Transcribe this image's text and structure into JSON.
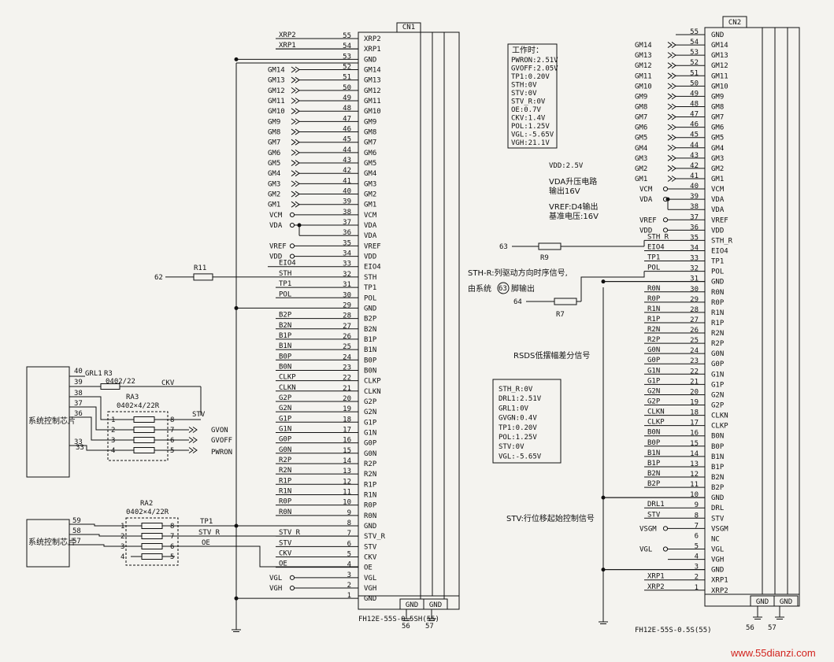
{
  "cn1": {
    "title": "CN1",
    "part": "FH12E-55S-0.5SH(55)",
    "gnd_tabs": [
      "GND",
      "GND"
    ],
    "tab_pins": [
      "56",
      "57"
    ],
    "pins": [
      {
        "n": "55",
        "sig": "XRP2",
        "net": "XRP2",
        "k": "line"
      },
      {
        "n": "54",
        "sig": "XRP1",
        "net": "XRP1",
        "k": "line"
      },
      {
        "n": "53",
        "sig": "GND",
        "net": "",
        "k": "gnd"
      },
      {
        "n": "52",
        "sig": "GM14",
        "net": "GM14",
        "k": "arrow"
      },
      {
        "n": "51",
        "sig": "GM13",
        "net": "GM13",
        "k": "arrow"
      },
      {
        "n": "50",
        "sig": "GM12",
        "net": "GM12",
        "k": "arrow"
      },
      {
        "n": "49",
        "sig": "GM11",
        "net": "GM11",
        "k": "arrow"
      },
      {
        "n": "48",
        "sig": "GM10",
        "net": "GM10",
        "k": "arrow"
      },
      {
        "n": "47",
        "sig": "GM9",
        "net": "GM9",
        "k": "arrow"
      },
      {
        "n": "46",
        "sig": "GM8",
        "net": "GM8",
        "k": "arrow"
      },
      {
        "n": "45",
        "sig": "GM7",
        "net": "GM7",
        "k": "arrow"
      },
      {
        "n": "44",
        "sig": "GM6",
        "net": "GM6",
        "k": "arrow"
      },
      {
        "n": "43",
        "sig": "GM5",
        "net": "GM5",
        "k": "arrow"
      },
      {
        "n": "42",
        "sig": "GM4",
        "net": "GM4",
        "k": "arrow"
      },
      {
        "n": "41",
        "sig": "GM3",
        "net": "GM3",
        "k": "arrow"
      },
      {
        "n": "40",
        "sig": "GM2",
        "net": "GM2",
        "k": "arrow"
      },
      {
        "n": "39",
        "sig": "GM1",
        "net": "GM1",
        "k": "arrow"
      },
      {
        "n": "38",
        "sig": "VCM",
        "net": "VCM",
        "k": "circle"
      },
      {
        "n": "37",
        "sig": "VDA",
        "net": "VDA",
        "k": "circle"
      },
      {
        "n": "36",
        "sig": "VDA",
        "net": "",
        "k": "none"
      },
      {
        "n": "35",
        "sig": "VREF",
        "net": "VREF",
        "k": "circle"
      },
      {
        "n": "34",
        "sig": "VDD",
        "net": "VDD",
        "k": "circle"
      },
      {
        "n": "33",
        "sig": "EIO4",
        "net": "EIO4",
        "k": "line"
      },
      {
        "n": "32",
        "sig": "STH",
        "net": "STH",
        "k": "line"
      },
      {
        "n": "31",
        "sig": "TP1",
        "net": "TP1",
        "k": "line"
      },
      {
        "n": "30",
        "sig": "POL",
        "net": "POL",
        "k": "line"
      },
      {
        "n": "29",
        "sig": "GND",
        "net": "",
        "k": "gnd"
      },
      {
        "n": "28",
        "sig": "B2P",
        "net": "B2P",
        "k": "line"
      },
      {
        "n": "27",
        "sig": "B2N",
        "net": "B2N",
        "k": "line"
      },
      {
        "n": "26",
        "sig": "B1P",
        "net": "B1P",
        "k": "line"
      },
      {
        "n": "25",
        "sig": "B1N",
        "net": "B1N",
        "k": "line"
      },
      {
        "n": "24",
        "sig": "B0P",
        "net": "B0P",
        "k": "line"
      },
      {
        "n": "23",
        "sig": "B0N",
        "net": "B0N",
        "k": "line"
      },
      {
        "n": "22",
        "sig": "CLKP",
        "net": "CLKP",
        "k": "line"
      },
      {
        "n": "21",
        "sig": "CLKN",
        "net": "CLKN",
        "k": "line"
      },
      {
        "n": "20",
        "sig": "G2P",
        "net": "G2P",
        "k": "line"
      },
      {
        "n": "19",
        "sig": "G2N",
        "net": "G2N",
        "k": "line"
      },
      {
        "n": "18",
        "sig": "G1P",
        "net": "G1P",
        "k": "line"
      },
      {
        "n": "17",
        "sig": "G1N",
        "net": "G1N",
        "k": "line"
      },
      {
        "n": "16",
        "sig": "G0P",
        "net": "G0P",
        "k": "line"
      },
      {
        "n": "15",
        "sig": "G0N",
        "net": "G0N",
        "k": "line"
      },
      {
        "n": "14",
        "sig": "R2P",
        "net": "R2P",
        "k": "line"
      },
      {
        "n": "13",
        "sig": "R2N",
        "net": "R2N",
        "k": "line"
      },
      {
        "n": "12",
        "sig": "R1P",
        "net": "R1P",
        "k": "line"
      },
      {
        "n": "11",
        "sig": "R1N",
        "net": "R1N",
        "k": "line"
      },
      {
        "n": "10",
        "sig": "R0P",
        "net": "R0P",
        "k": "line"
      },
      {
        "n": "9",
        "sig": "R0N",
        "net": "R0N",
        "k": "line"
      },
      {
        "n": "8",
        "sig": "GND",
        "net": "",
        "k": "gnd"
      },
      {
        "n": "7",
        "sig": "STV_R",
        "net": "STV_R",
        "k": "line"
      },
      {
        "n": "6",
        "sig": "STV",
        "net": "STV",
        "k": "line"
      },
      {
        "n": "5",
        "sig": "CKV",
        "net": "CKV",
        "k": "line"
      },
      {
        "n": "4",
        "sig": "OE",
        "net": "OE",
        "k": "line"
      },
      {
        "n": "3",
        "sig": "VGL",
        "net": "VGL",
        "k": "circle"
      },
      {
        "n": "2",
        "sig": "VGH",
        "net": "VGH",
        "k": "circle"
      },
      {
        "n": "1",
        "sig": "GND",
        "net": "",
        "k": "gnd"
      }
    ]
  },
  "cn2": {
    "title": "CN2",
    "part": "FH12E-55S-0.5S(55)",
    "gnd_tabs": [
      "GND",
      "GND"
    ],
    "tab_pins": [
      "56",
      "57"
    ],
    "pins": [
      {
        "n": "55",
        "sig": "GND",
        "net": "",
        "k": "gnd"
      },
      {
        "n": "54",
        "sig": "GM14",
        "net": "GM14",
        "k": "arrow"
      },
      {
        "n": "53",
        "sig": "GM13",
        "net": "GM13",
        "k": "arrow"
      },
      {
        "n": "52",
        "sig": "GM12",
        "net": "GM12",
        "k": "arrow"
      },
      {
        "n": "51",
        "sig": "GM11",
        "net": "GM11",
        "k": "arrow"
      },
      {
        "n": "50",
        "sig": "GM10",
        "net": "GM10",
        "k": "arrow"
      },
      {
        "n": "49",
        "sig": "GM9",
        "net": "GM9",
        "k": "arrow"
      },
      {
        "n": "48",
        "sig": "GM8",
        "net": "GM8",
        "k": "arrow"
      },
      {
        "n": "47",
        "sig": "GM7",
        "net": "GM7",
        "k": "arrow"
      },
      {
        "n": "46",
        "sig": "GM6",
        "net": "GM6",
        "k": "arrow"
      },
      {
        "n": "45",
        "sig": "GM5",
        "net": "GM5",
        "k": "arrow"
      },
      {
        "n": "44",
        "sig": "GM4",
        "net": "GM4",
        "k": "arrow"
      },
      {
        "n": "43",
        "sig": "GM3",
        "net": "GM3",
        "k": "arrow"
      },
      {
        "n": "42",
        "sig": "GM2",
        "net": "GM2",
        "k": "arrow"
      },
      {
        "n": "41",
        "sig": "GM1",
        "net": "GM1",
        "k": "arrow"
      },
      {
        "n": "40",
        "sig": "VCM",
        "net": "VCM",
        "k": "circle"
      },
      {
        "n": "39",
        "sig": "VDA",
        "net": "VDA",
        "k": "circle"
      },
      {
        "n": "38",
        "sig": "VDA",
        "net": "",
        "k": "none"
      },
      {
        "n": "37",
        "sig": "VREF",
        "net": "VREF",
        "k": "circle"
      },
      {
        "n": "36",
        "sig": "VDD",
        "net": "VDD",
        "k": "circle"
      },
      {
        "n": "35",
        "sig": "STH_R",
        "net": "STH_R",
        "k": "line"
      },
      {
        "n": "34",
        "sig": "EIO4",
        "net": "EIO4",
        "k": "line"
      },
      {
        "n": "33",
        "sig": "TP1",
        "net": "TP1",
        "k": "line"
      },
      {
        "n": "32",
        "sig": "POL",
        "net": "POL",
        "k": "line"
      },
      {
        "n": "31",
        "sig": "GND",
        "net": "",
        "k": "gnd"
      },
      {
        "n": "30",
        "sig": "R0N",
        "net": "R0N",
        "k": "line"
      },
      {
        "n": "29",
        "sig": "R0P",
        "net": "R0P",
        "k": "line"
      },
      {
        "n": "28",
        "sig": "R1N",
        "net": "R1N",
        "k": "line"
      },
      {
        "n": "27",
        "sig": "R1P",
        "net": "R1P",
        "k": "line"
      },
      {
        "n": "26",
        "sig": "R2N",
        "net": "R2N",
        "k": "line"
      },
      {
        "n": "25",
        "sig": "R2P",
        "net": "R2P",
        "k": "line"
      },
      {
        "n": "24",
        "sig": "G0N",
        "net": "G0N",
        "k": "line"
      },
      {
        "n": "23",
        "sig": "G0P",
        "net": "G0P",
        "k": "line"
      },
      {
        "n": "22",
        "sig": "G1N",
        "net": "G1N",
        "k": "line"
      },
      {
        "n": "21",
        "sig": "G1P",
        "net": "G1P",
        "k": "line"
      },
      {
        "n": "20",
        "sig": "G2N",
        "net": "G2N",
        "k": "line"
      },
      {
        "n": "19",
        "sig": "G2P",
        "net": "G2P",
        "k": "line"
      },
      {
        "n": "18",
        "sig": "CLKN",
        "net": "CLKN",
        "k": "line"
      },
      {
        "n": "17",
        "sig": "CLKP",
        "net": "CLKP",
        "k": "line"
      },
      {
        "n": "16",
        "sig": "B0N",
        "net": "B0N",
        "k": "line"
      },
      {
        "n": "15",
        "sig": "B0P",
        "net": "B0P",
        "k": "line"
      },
      {
        "n": "14",
        "sig": "B1N",
        "net": "B1N",
        "k": "line"
      },
      {
        "n": "13",
        "sig": "B1P",
        "net": "B1P",
        "k": "line"
      },
      {
        "n": "12",
        "sig": "B2N",
        "net": "B2N",
        "k": "line"
      },
      {
        "n": "11",
        "sig": "B2P",
        "net": "B2P",
        "k": "line"
      },
      {
        "n": "10",
        "sig": "GND",
        "net": "",
        "k": "gnd"
      },
      {
        "n": "9",
        "sig": "DRL",
        "net": "DRL1",
        "k": "line"
      },
      {
        "n": "8",
        "sig": "STV",
        "net": "STV",
        "k": "line"
      },
      {
        "n": "7",
        "sig": "VSGM",
        "net": "VSGM",
        "k": "circle"
      },
      {
        "n": "6",
        "sig": "NC",
        "net": "",
        "k": "none"
      },
      {
        "n": "5",
        "sig": "VGL",
        "net": "VGL",
        "k": "circle"
      },
      {
        "n": "4",
        "sig": "VGH",
        "net": "",
        "k": "none"
      },
      {
        "n": "3",
        "sig": "GND",
        "net": "",
        "k": "gnd"
      },
      {
        "n": "2",
        "sig": "XRP1",
        "net": "XRP1",
        "k": "line"
      },
      {
        "n": "1",
        "sig": "XRP2",
        "net": "XRP2",
        "k": "line"
      }
    ]
  },
  "left_circuit": {
    "r11": {
      "label": "R11",
      "net": "62"
    },
    "r3": {
      "label": "R3",
      "value": "0402/22",
      "net": "CKV"
    },
    "grl1": "GRL1",
    "ra3": {
      "label": "RA3",
      "value": "0402×4/22R",
      "net": "STV"
    },
    "ra2": {
      "label": "RA2",
      "value": "0402×4/22R"
    },
    "chip1": {
      "label": "系统控制芯片",
      "pins": [
        "40",
        "39",
        "38",
        "37",
        "36",
        "33"
      ]
    },
    "chip2": {
      "label": "系统控制芯片",
      "pins": [
        "59",
        "58",
        "57"
      ]
    },
    "ra3_outputs": [
      "GVON",
      "GVOFF",
      "PWRON"
    ],
    "ra2_nets": [
      "TP1",
      "STV_R",
      "OE"
    ],
    "ra_left_pins": [
      "1",
      "2",
      "3",
      "4"
    ],
    "ra_right_pins": [
      "8",
      "7",
      "6",
      "5"
    ]
  },
  "mid_circuit": {
    "r9": {
      "label": "R9",
      "net": "63"
    },
    "r7": {
      "label": "R7",
      "net": "64"
    }
  },
  "notes": {
    "working_title": "工作时：",
    "working": [
      "PWRON:2.51V",
      "GVOFF:2.05V",
      "TP1:0.20V",
      "STH:0V",
      "STV:0V",
      "STV_R:0V",
      "OE:0.7V",
      "CKV:1.4V",
      "POL:1.25V",
      "VGL:-5.65V",
      "VGH:21.1V"
    ],
    "vdd": "VDD:2.5V",
    "vda1": "VDA升压电路",
    "vda2": "输出16V",
    "vref1": "VREF:D4输出",
    "vref2": "基准电压:16V",
    "sthr1": "STH-R:列驱动方向时序信号,",
    "sthr2a": "由系统",
    "sthr2b": "63",
    "sthr2c": "脚输出",
    "rsds": "RSDS低摆幅差分信号",
    "box2": [
      "STH_R:0V",
      "DRL1:2.51V",
      "GRL1:0V",
      "GVGN:0.4V",
      "TP1:0.20V",
      "POL:1.25V",
      "STV:0V",
      "VGL:-5.65V"
    ],
    "stv": "STV:行位移起始控制信号"
  },
  "watermark": "www.55dianzi.com",
  "colors": {
    "ink": "#111111",
    "paper": "#f4f3ef",
    "watermark": "#d2231e"
  }
}
